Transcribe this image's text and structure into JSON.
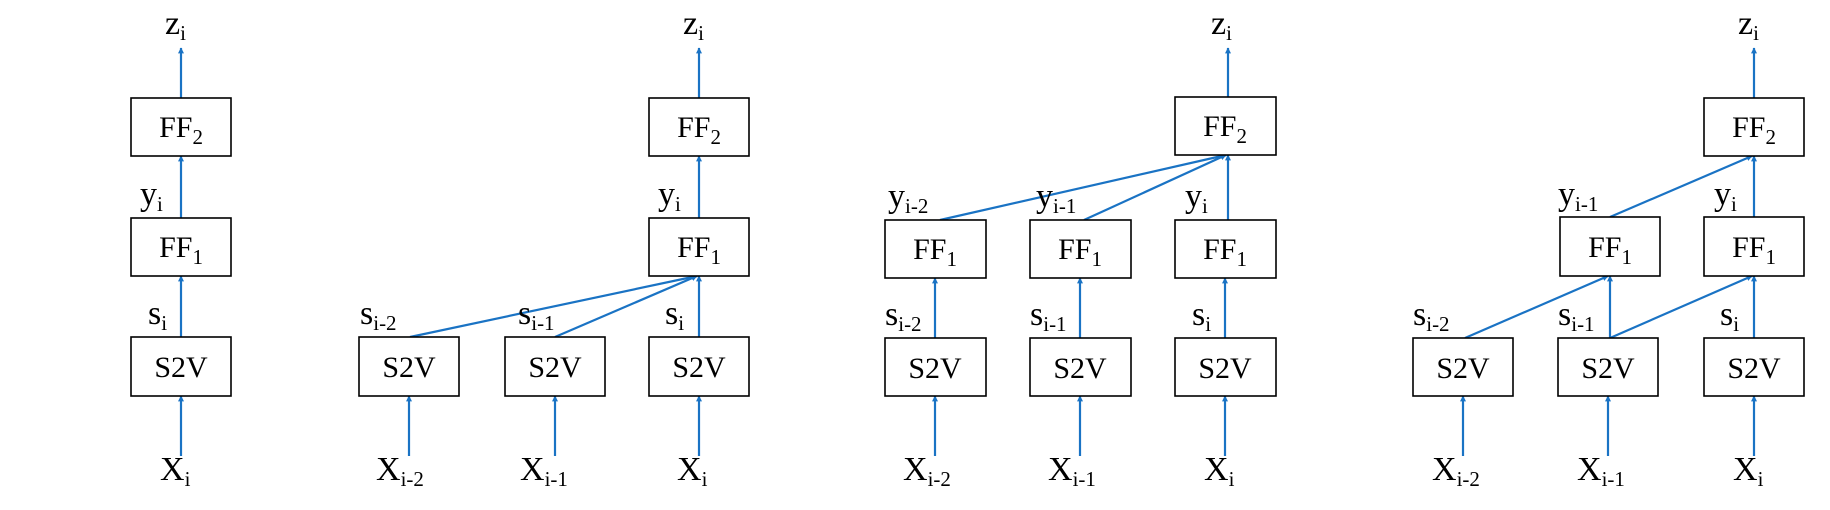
{
  "colors": {
    "arrow": "#1a73c4",
    "box_border": "#000000",
    "text": "#000000"
  },
  "panels": [
    {
      "boxes": [
        {
          "name": "ff2-box",
          "base": "FF",
          "sub": "2"
        },
        {
          "name": "ff1-box",
          "base": "FF",
          "sub": "1"
        },
        {
          "name": "s2v-box",
          "base": "S2V",
          "sub": ""
        }
      ],
      "labels": [
        {
          "name": "output-label-z",
          "base": "z",
          "sub": "i"
        },
        {
          "name": "hidden-label-y",
          "base": "y",
          "sub": "i"
        },
        {
          "name": "sentence-vector-label-s",
          "base": "s",
          "sub": "i"
        },
        {
          "name": "input-label-x",
          "base": "X",
          "sub": "i"
        }
      ]
    },
    {
      "boxes": [
        {
          "name": "ff2-box",
          "base": "FF",
          "sub": "2"
        },
        {
          "name": "ff1-box",
          "base": "FF",
          "sub": "1"
        },
        {
          "name": "s2v-box",
          "base": "S2V",
          "sub": ""
        },
        {
          "name": "s2v-box",
          "base": "S2V",
          "sub": ""
        },
        {
          "name": "s2v-box",
          "base": "S2V",
          "sub": ""
        }
      ],
      "labels": [
        {
          "name": "output-label-z",
          "base": "z",
          "sub": "i"
        },
        {
          "name": "hidden-label-y",
          "base": "y",
          "sub": "i"
        },
        {
          "name": "sentence-vector-label-s",
          "base": "s",
          "sub": "i-2"
        },
        {
          "name": "sentence-vector-label-s",
          "base": "s",
          "sub": "i-1"
        },
        {
          "name": "sentence-vector-label-s",
          "base": "s",
          "sub": "i"
        },
        {
          "name": "input-label-x",
          "base": "X",
          "sub": "i-2"
        },
        {
          "name": "input-label-x",
          "base": "X",
          "sub": "i-1"
        },
        {
          "name": "input-label-x",
          "base": "X",
          "sub": "i"
        }
      ]
    },
    {
      "boxes": [
        {
          "name": "ff2-box",
          "base": "FF",
          "sub": "2"
        },
        {
          "name": "ff1-box",
          "base": "FF",
          "sub": "1"
        },
        {
          "name": "ff1-box",
          "base": "FF",
          "sub": "1"
        },
        {
          "name": "ff1-box",
          "base": "FF",
          "sub": "1"
        },
        {
          "name": "s2v-box",
          "base": "S2V",
          "sub": ""
        },
        {
          "name": "s2v-box",
          "base": "S2V",
          "sub": ""
        },
        {
          "name": "s2v-box",
          "base": "S2V",
          "sub": ""
        }
      ],
      "labels": [
        {
          "name": "output-label-z",
          "base": "z",
          "sub": "i"
        },
        {
          "name": "hidden-label-y",
          "base": "y",
          "sub": "i-2"
        },
        {
          "name": "hidden-label-y",
          "base": "y",
          "sub": "i-1"
        },
        {
          "name": "hidden-label-y",
          "base": "y",
          "sub": "i"
        },
        {
          "name": "sentence-vector-label-s",
          "base": "s",
          "sub": "i-2"
        },
        {
          "name": "sentence-vector-label-s",
          "base": "s",
          "sub": "i-1"
        },
        {
          "name": "sentence-vector-label-s",
          "base": "s",
          "sub": "i"
        },
        {
          "name": "input-label-x",
          "base": "X",
          "sub": "i-2"
        },
        {
          "name": "input-label-x",
          "base": "X",
          "sub": "i-1"
        },
        {
          "name": "input-label-x",
          "base": "X",
          "sub": "i"
        }
      ]
    },
    {
      "boxes": [
        {
          "name": "ff2-box",
          "base": "FF",
          "sub": "2"
        },
        {
          "name": "ff1-box",
          "base": "FF",
          "sub": "1"
        },
        {
          "name": "ff1-box",
          "base": "FF",
          "sub": "1"
        },
        {
          "name": "s2v-box",
          "base": "S2V",
          "sub": ""
        },
        {
          "name": "s2v-box",
          "base": "S2V",
          "sub": ""
        },
        {
          "name": "s2v-box",
          "base": "S2V",
          "sub": ""
        }
      ],
      "labels": [
        {
          "name": "output-label-z",
          "base": "z",
          "sub": "i"
        },
        {
          "name": "hidden-label-y",
          "base": "y",
          "sub": "i-1"
        },
        {
          "name": "hidden-label-y",
          "base": "y",
          "sub": "i"
        },
        {
          "name": "sentence-vector-label-s",
          "base": "s",
          "sub": "i-2"
        },
        {
          "name": "sentence-vector-label-s",
          "base": "s",
          "sub": "i-1"
        },
        {
          "name": "sentence-vector-label-s",
          "base": "s",
          "sub": "i"
        },
        {
          "name": "input-label-x",
          "base": "X",
          "sub": "i-2"
        },
        {
          "name": "input-label-x",
          "base": "X",
          "sub": "i-1"
        },
        {
          "name": "input-label-x",
          "base": "X",
          "sub": "i"
        }
      ]
    }
  ]
}
